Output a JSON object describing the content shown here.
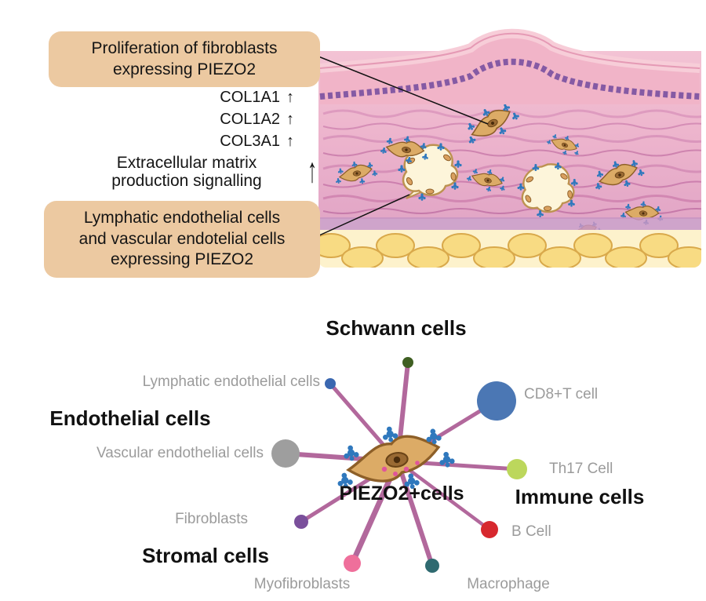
{
  "palette": {
    "annotation_box_bg": "#ecc9a1",
    "edge_color": "#b2689c",
    "label_gray": "#9b9b9b"
  },
  "annotations": {
    "box1_lines": [
      "Proliferation of fibroblasts",
      "expressing PIEZO2"
    ],
    "genes": [
      {
        "name": "COL1A1",
        "arrow": "↑"
      },
      {
        "name": "COL1A2",
        "arrow": "↑"
      },
      {
        "name": "COL3A1",
        "arrow": "↑"
      }
    ],
    "ecm_line1": "Extracellular matrix",
    "ecm_line2": "production signalling",
    "ecm_arrow": "↑",
    "box2_lines": [
      "Lymphatic endothelial cells",
      "and vascular endotelial cells",
      "expressing PIEZO2"
    ]
  },
  "network": {
    "center_label": "PIEZO2+cells",
    "group_labels": {
      "top": "Schwann cells",
      "left": "Endothelial cells",
      "right": "Immune cells",
      "bottom_left": "Stromal cells"
    },
    "nodes": [
      {
        "id": "schwann-cells",
        "label": "",
        "color": "#3f5f22"
      },
      {
        "id": "lymphatic-endothelial-cells",
        "label": "Lymphatic endothelial cells",
        "color": "#3a67b0"
      },
      {
        "id": "vascular-endothelial-cells",
        "label": "Vascular endothelial cells",
        "color": "#9e9e9e"
      },
      {
        "id": "fibroblasts",
        "label": "Fibroblasts",
        "color": "#7a4f9b"
      },
      {
        "id": "myofibroblasts",
        "label": "Myofibroblasts",
        "color": "#ef6f9b"
      },
      {
        "id": "macrophage",
        "label": "Macrophage",
        "color": "#2f6a70"
      },
      {
        "id": "b-cell",
        "label": "B Cell",
        "color": "#d7282e"
      },
      {
        "id": "th17-cell",
        "label": "Th17 Cell",
        "color": "#bcd75c"
      },
      {
        "id": "cd8-t-cell",
        "label": "CD8+T cell",
        "color": "#4b77b4"
      }
    ]
  }
}
